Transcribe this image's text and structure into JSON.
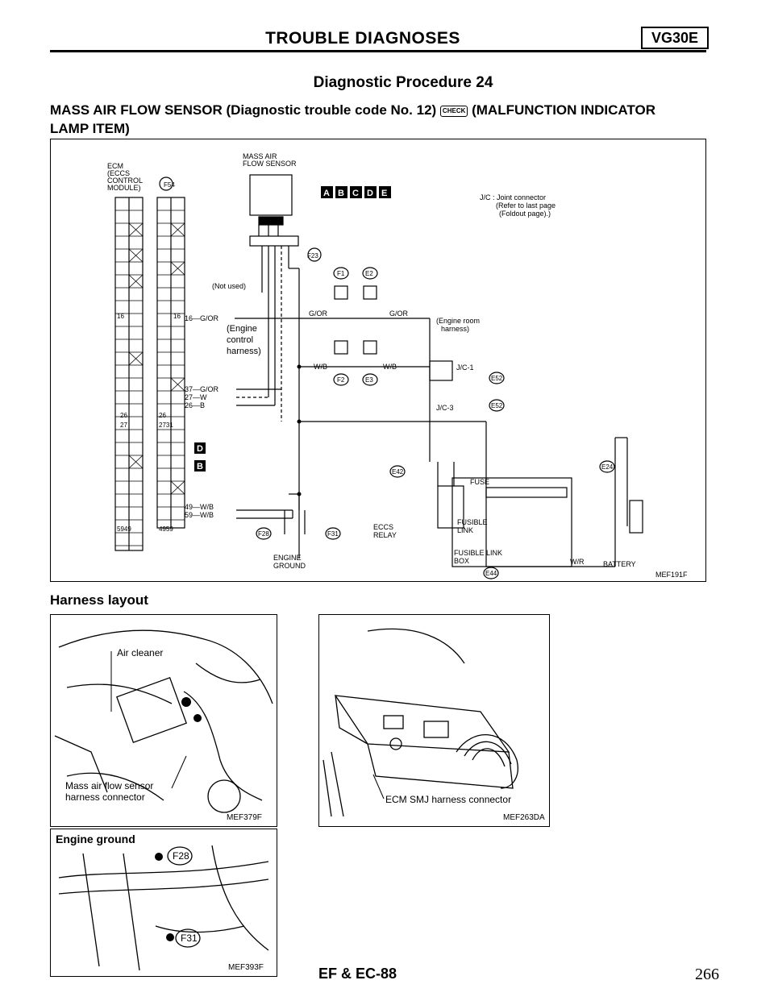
{
  "header": {
    "title": "TROUBLE DIAGNOSES",
    "badge": "VG30E"
  },
  "procedure_title": "Diagnostic Procedure 24",
  "subheading": {
    "line1_a": "MASS AIR FLOW SENSOR (Diagnostic trouble code No. 12)",
    "check_label": "CHECK",
    "line1_b": "(MALFUNCTION INDICATOR",
    "line2": "LAMP ITEM)"
  },
  "diagram": {
    "ecm_label": [
      "ECM",
      "(ECCS",
      "CONTROL",
      "MODULE)"
    ],
    "ecm_connector": "F54",
    "maf_label": [
      "MASS AIR",
      "FLOW SENSOR"
    ],
    "maf_connector": "F23",
    "codes": [
      "A",
      "B",
      "C",
      "D",
      "E"
    ],
    "jc_note": [
      "J/C : Joint connector",
      "(Refer to last page",
      "(Foldout page).)"
    ],
    "not_used": "(Not used)",
    "engine_harness": [
      "(Engine",
      "control",
      "harness)"
    ],
    "engine_room": [
      "(Engine room",
      "harness)"
    ],
    "wire_16": "16—G/OR",
    "wire_go": "G/OR",
    "wire_37": "37—G/OR",
    "wire_27": "27—W",
    "wire_26": "26—B",
    "wire_49": "49—W/B",
    "wire_59": "59—W/B",
    "wire_wb": "W/B",
    "wire_wr": "W/R",
    "conn_f1": "F1",
    "conn_e2": "E2",
    "conn_f2": "F2",
    "conn_e3": "E3",
    "jc1": "J/C-1",
    "jc3": "J/C-3",
    "conn_e52": "E52",
    "conn_e42": "E42",
    "conn_e24": "E24",
    "conn_e44": "E44",
    "conn_f28": "F28",
    "conn_f31": "F31",
    "eccs_relay": [
      "ECCS",
      "RELAY"
    ],
    "fuse": "FUSE",
    "fusible_link": [
      "FUSIBLE",
      "LINK"
    ],
    "fusible_link_box": [
      "FUSIBLE LINK",
      "BOX"
    ],
    "battery": "BATTERY",
    "engine_ground": [
      "ENGINE",
      "GROUND"
    ],
    "pins_top": [
      "16",
      "16"
    ],
    "pins_mid": [
      "26",
      "27",
      "26",
      "2731"
    ],
    "pins_bot": [
      "5949",
      "4959"
    ],
    "ref": "MEF191F"
  },
  "harness_title": "Harness layout",
  "photos": {
    "p1": {
      "air_cleaner": "Air cleaner",
      "maf_conn": [
        "Mass air flow sensor",
        "harness connector"
      ],
      "ref": "MEF379F"
    },
    "p2": {
      "ecm_conn": "ECM SMJ harness connector",
      "ref": "MEF263DA"
    },
    "p3": {
      "title": "Engine ground",
      "f28": "F28",
      "f31": "F31",
      "ref": "MEF393F"
    }
  },
  "footer": {
    "code": "EF & EC-88",
    "page": "266"
  }
}
